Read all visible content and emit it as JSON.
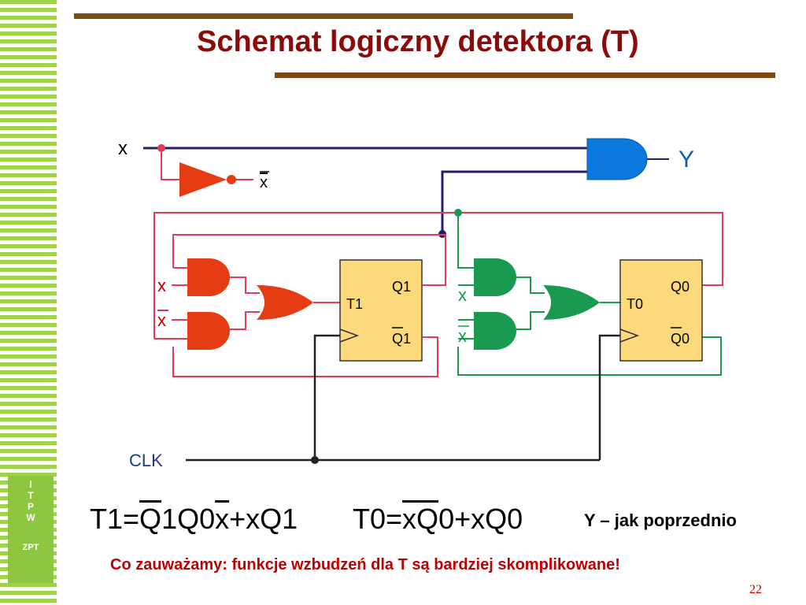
{
  "slide": {
    "title": "Schemat logiczny detektora (T)",
    "page_number": "22",
    "note": "Y – jak poprzednio",
    "footer": "Co zauważamy: funkcje wzbudzeń dla T są bardziej skomplikowane!",
    "logo": {
      "letters": [
        "I",
        "T",
        "P",
        "W"
      ],
      "caption": "ZPT"
    }
  },
  "diagram": {
    "labels": {
      "x_input": "x",
      "x_not_output": "x",
      "y_output": "Y",
      "clk": "CLK",
      "red_x_top": "x",
      "red_x_bottom": "x",
      "green_x_top": "x",
      "green_x_bottom": "x",
      "ff1_q": "Q1",
      "ff1_qbar": "Q1",
      "ff1_name": "T1",
      "ff0_q": "Q0",
      "ff0_qbar": "Q0",
      "ff0_name": "T0"
    },
    "colors": {
      "red_logic": "#e63c14",
      "green_logic": "#1a9a50",
      "and_output_gate": "#0a78dc",
      "flip_flop": "#fcd97a",
      "red_wire": "#e23c5a",
      "green_wire": "#1a9a50",
      "navy_wire": "#2a1a6a",
      "clk_wire": "#222222",
      "title": "#8b0a0a"
    }
  },
  "equations": {
    "t1": {
      "lhs": "T1",
      "eq": "=",
      "p1": "Q",
      "p2": "1Q0",
      "p3": "x",
      "plus": "+",
      "p4": "xQ1"
    },
    "t0": {
      "lhs": "T0",
      "eq": "=",
      "p1": "x",
      "p2": "Q",
      "p3": "0",
      "plus": "+",
      "p4": "xQ0"
    }
  }
}
